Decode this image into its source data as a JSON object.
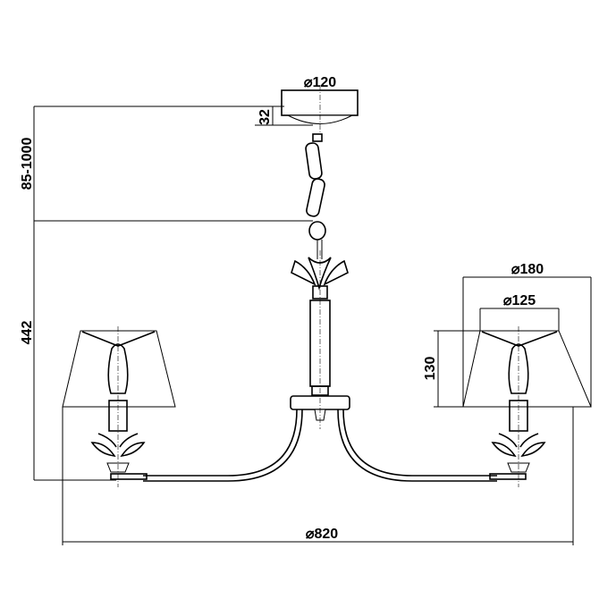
{
  "drawing": {
    "canopy_diameter": "⌀120",
    "canopy_height": "32",
    "chain_length": "85-1000",
    "body_height": "442",
    "shade_top_diameter_outer": "⌀180",
    "shade_top_diameter_inner": "⌀125",
    "shade_height": "130",
    "overall_diameter": "⌀820"
  }
}
